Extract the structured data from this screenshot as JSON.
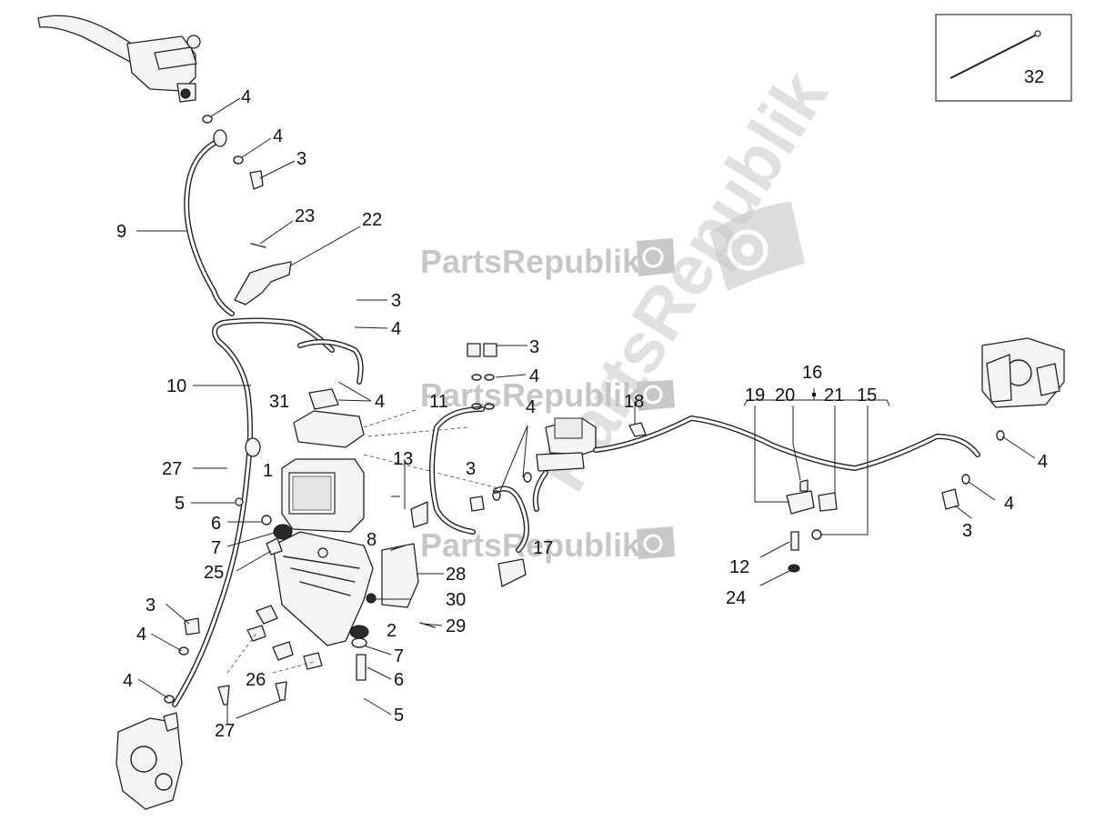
{
  "watermark": {
    "brand": "PartsRepublik",
    "diagonal": "PartsRepublik"
  },
  "inset_box": {
    "label": "32"
  },
  "callouts": [
    {
      "id": "c4a",
      "text": "4"
    },
    {
      "id": "c4b",
      "text": "4"
    },
    {
      "id": "c3a",
      "text": "3"
    },
    {
      "id": "c9",
      "text": "9"
    },
    {
      "id": "c23",
      "text": "23"
    },
    {
      "id": "c22",
      "text": "22"
    },
    {
      "id": "c3b",
      "text": "3"
    },
    {
      "id": "c4c",
      "text": "4"
    },
    {
      "id": "c10",
      "text": "10"
    },
    {
      "id": "c4d",
      "text": "4"
    },
    {
      "id": "c31",
      "text": "31"
    },
    {
      "id": "c27a",
      "text": "27"
    },
    {
      "id": "c1",
      "text": "1"
    },
    {
      "id": "c5a",
      "text": "5"
    },
    {
      "id": "c6a",
      "text": "6"
    },
    {
      "id": "c7a",
      "text": "7"
    },
    {
      "id": "c8",
      "text": "8"
    },
    {
      "id": "c25",
      "text": "25"
    },
    {
      "id": "c3c",
      "text": "3"
    },
    {
      "id": "c4e",
      "text": "4"
    },
    {
      "id": "c4f",
      "text": "4"
    },
    {
      "id": "c26",
      "text": "26"
    },
    {
      "id": "c27b",
      "text": "27"
    },
    {
      "id": "c2",
      "text": "2"
    },
    {
      "id": "c7b",
      "text": "7"
    },
    {
      "id": "c6b",
      "text": "6"
    },
    {
      "id": "c5b",
      "text": "5"
    },
    {
      "id": "c13",
      "text": "13"
    },
    {
      "id": "c28",
      "text": "28"
    },
    {
      "id": "c30",
      "text": "30"
    },
    {
      "id": "c29",
      "text": "29"
    },
    {
      "id": "c3d",
      "text": "3"
    },
    {
      "id": "c11",
      "text": "11"
    },
    {
      "id": "c4g",
      "text": "4"
    },
    {
      "id": "c3e",
      "text": "3"
    },
    {
      "id": "c4h",
      "text": "4"
    },
    {
      "id": "c18",
      "text": "18"
    },
    {
      "id": "c17",
      "text": "17"
    },
    {
      "id": "c16",
      "text": "16"
    },
    {
      "id": "c19",
      "text": "19"
    },
    {
      "id": "c20",
      "text": "20"
    },
    {
      "id": "c21",
      "text": "21"
    },
    {
      "id": "c15",
      "text": "15"
    },
    {
      "id": "c12",
      "text": "12"
    },
    {
      "id": "c24",
      "text": "24"
    },
    {
      "id": "c4i",
      "text": "4"
    },
    {
      "id": "c4j",
      "text": "4"
    },
    {
      "id": "c3f",
      "text": "3"
    }
  ]
}
